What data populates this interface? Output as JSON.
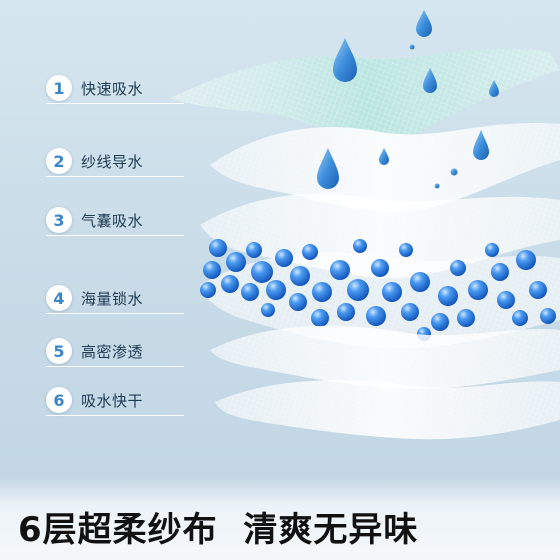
{
  "layers": [
    {
      "number": "1",
      "label": "快速吸水"
    },
    {
      "number": "2",
      "label": "纱线导水"
    },
    {
      "number": "3",
      "label": "气囊吸水"
    },
    {
      "number": "4",
      "label": "海量锁水"
    },
    {
      "number": "5",
      "label": "高密渗透"
    },
    {
      "number": "6",
      "label": "吸水快干"
    }
  ],
  "footer": {
    "headline": "6层超柔纱布",
    "tagline": "清爽无异味"
  },
  "colors": {
    "background": "#cddfe9",
    "badge_number": "#3a86c8",
    "droplet": "#2f86d6",
    "bead": "#1f6fd8",
    "footer_text": "#111111"
  },
  "icons": [
    "water-droplet-icon",
    "absorbent-bead-icon",
    "gauze-layer-icon"
  ]
}
